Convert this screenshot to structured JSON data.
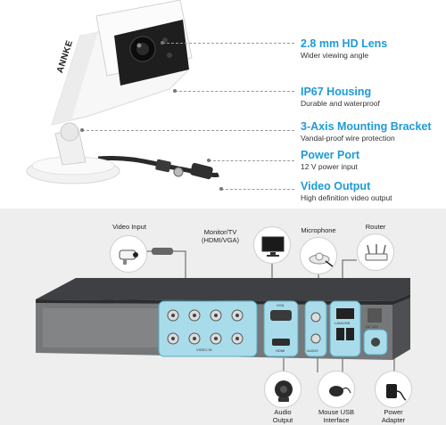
{
  "camera": {
    "brand": "ANNKE",
    "features": [
      {
        "title": "2.8 mm HD Lens",
        "subtitle": "Wider viewing angle"
      },
      {
        "title": "IP67 Housing",
        "subtitle": "Durable and waterproof"
      },
      {
        "title": "3-Axis Mounting Bracket",
        "subtitle": "Vandal-proof wire protection"
      },
      {
        "title": "Power Port",
        "subtitle": "12 V power input"
      },
      {
        "title": "Video Output",
        "subtitle": "High definition video output"
      }
    ]
  },
  "dvr": {
    "peripherals": {
      "video_input": "Video Input",
      "monitor": "Monitor/TV\n(HDMI/VGA)",
      "microphone": "Microphone",
      "router": "Router",
      "audio_output": "Audio\nOutput",
      "mouse": "Mouse USB\nInterface",
      "power": "Power\nAdapter"
    },
    "panel_labels": {
      "video_in": "VIDEO IN",
      "vga": "VGA",
      "hdmi": "HDMI",
      "audio": "AUDIO",
      "lan": "LAN/USB",
      "dc": "DC 12V"
    }
  },
  "colors": {
    "accent": "#1d9bd6",
    "highlight": "#a8dcea",
    "panel": "#6d6f72"
  }
}
